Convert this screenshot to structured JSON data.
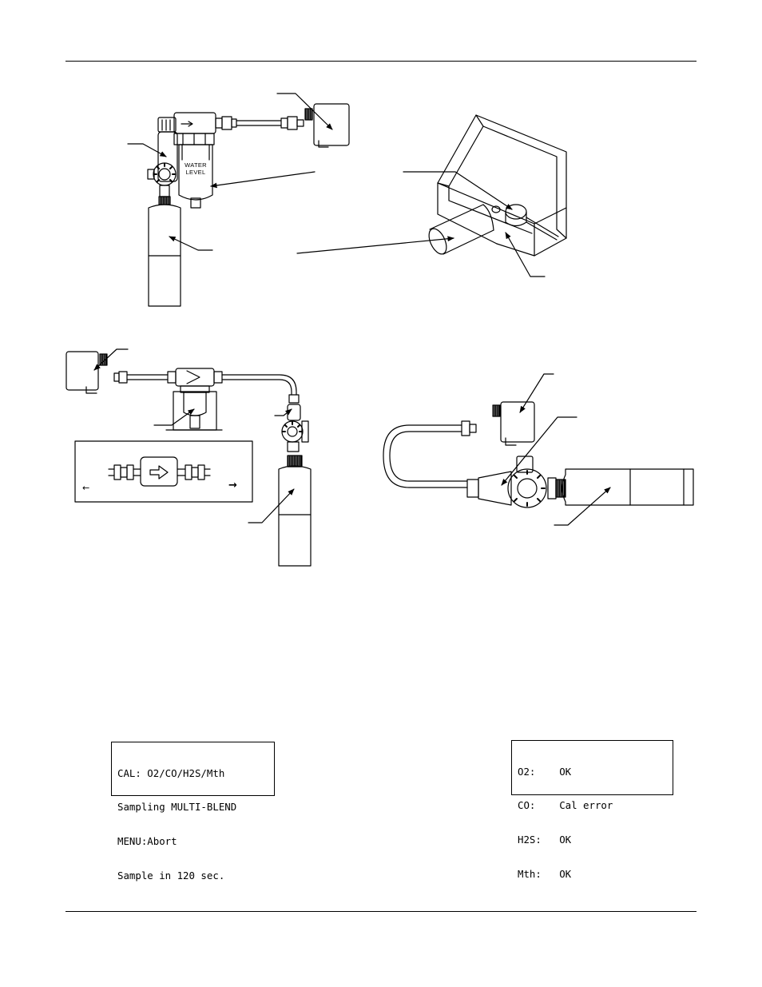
{
  "figure_top": {
    "filter_label": [
      "WATER",
      "LEVEL"
    ]
  },
  "display_sampling": {
    "lines": [
      "CAL: O2/CO/H2S/Mth",
      "Sampling MULTI-BLEND",
      "MENU:Abort",
      "Sample in 120 sec."
    ]
  },
  "display_results": {
    "lines": [
      "O2:    OK",
      "CO:    Cal error",
      "H2S:   OK",
      "Mth:   OK"
    ]
  },
  "inset": {
    "left_glyph": "←",
    "right_glyph": "→"
  }
}
